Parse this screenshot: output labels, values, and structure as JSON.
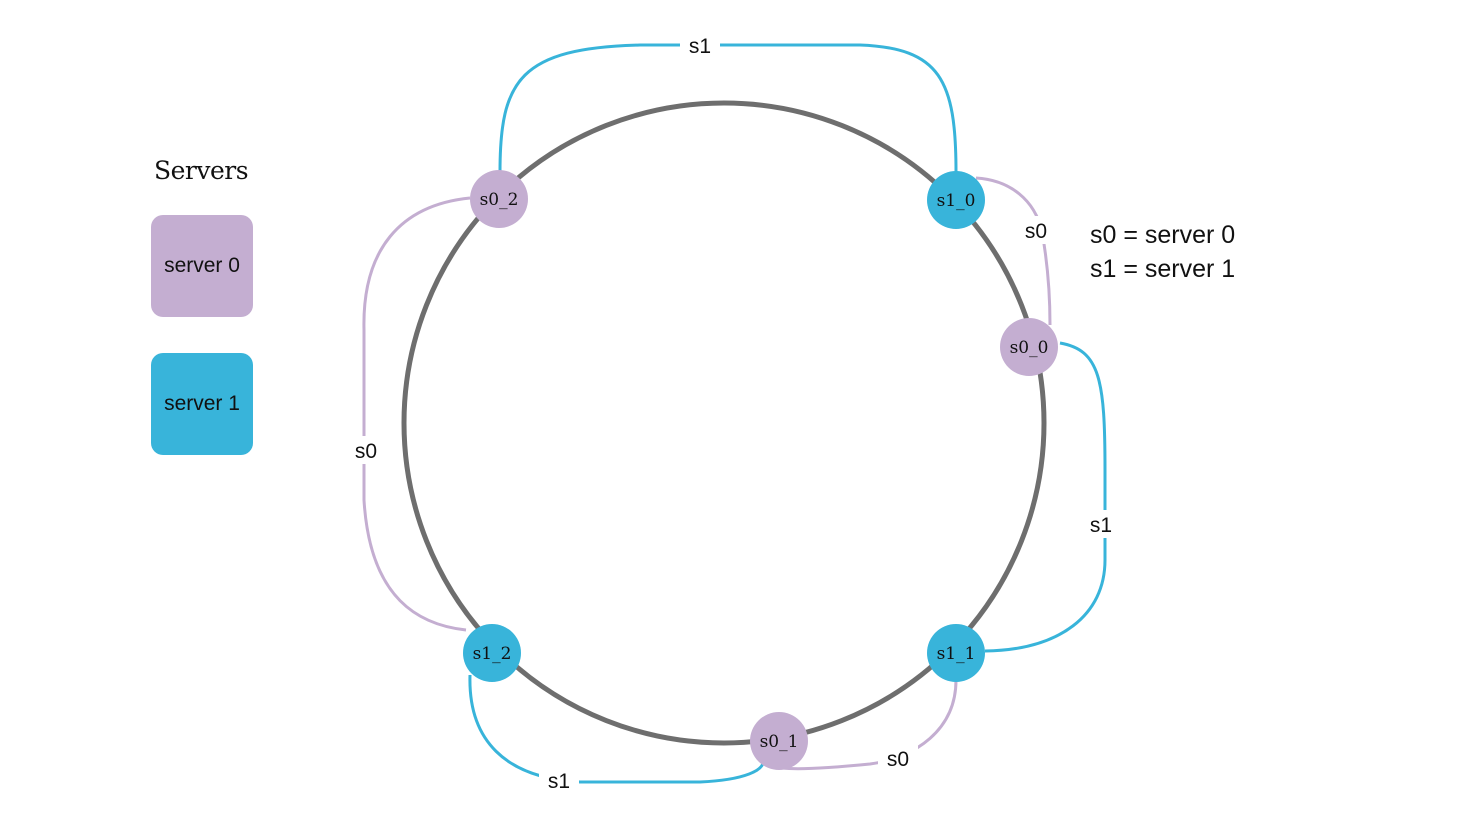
{
  "legend": {
    "title": "Servers",
    "server0": "server 0",
    "server1": "server 1"
  },
  "notes": {
    "line0": "s0 = server 0",
    "line1": "s1 = server 1"
  },
  "colors": {
    "server0": "#c4aed1",
    "server1": "#38b4da",
    "ring": "#6e6e6e"
  },
  "nodes": {
    "s1_0": "s1_0",
    "s0_0": "s0_0",
    "s1_1": "s1_1",
    "s0_1": "s0_1",
    "s1_2": "s1_2",
    "s0_2": "s0_2"
  },
  "edges": {
    "top": "s1",
    "upper_right": "s0",
    "right": "s1",
    "bottom_right": "s0",
    "bottom_left": "s1",
    "left": "s0"
  }
}
